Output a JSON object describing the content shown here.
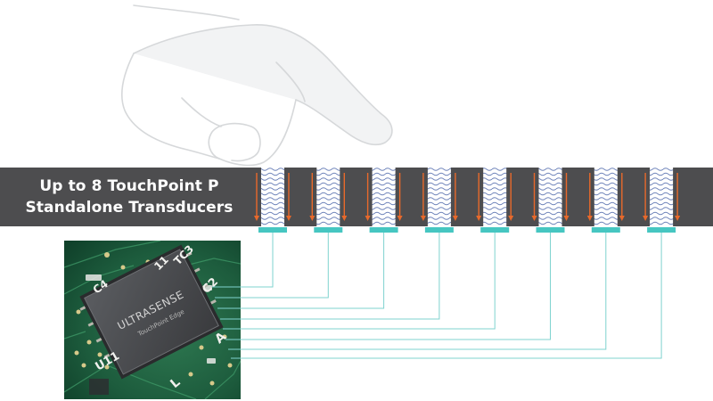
{
  "title_lines": [
    "Up to 8 TouchPoint P",
    "Standalone Transducers"
  ],
  "transducer_count": 8,
  "chip": {
    "brand": "ULTRASENSE",
    "model": "TouchPoint Edge"
  },
  "pcb_labels": [
    "C4",
    "TC3",
    "C2",
    "U11",
    "A",
    "11",
    "L"
  ],
  "colors": {
    "bar": "#4d4d4f",
    "connector": "#46c6c1",
    "arrow": "#e8692b",
    "wave": "#6a80b8",
    "trace": "#7fd3cf",
    "pcb": "#1c5a3c"
  }
}
